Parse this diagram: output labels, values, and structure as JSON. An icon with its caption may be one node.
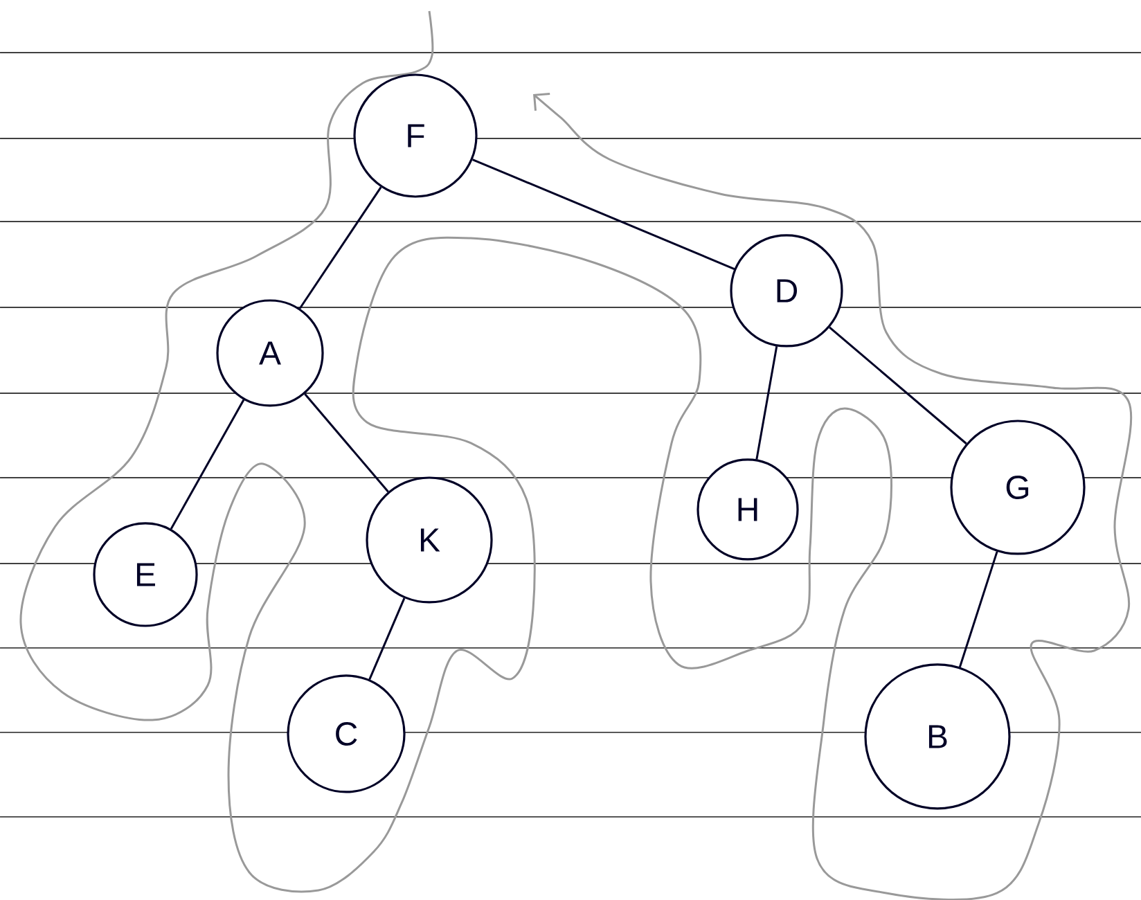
{
  "diagram": {
    "nodes": [
      {
        "text": [
          "F"
        ]
      },
      {
        "text": [
          "A"
        ]
      },
      {
        "text": [
          "D"
        ]
      },
      {
        "text": [
          "E"
        ]
      },
      {
        "text": [
          "K"
        ]
      },
      {
        "text": [
          "H"
        ]
      },
      {
        "text": [
          "G"
        ]
      },
      {
        "text": [
          "C"
        ]
      },
      {
        "text": [
          "B"
        ]
      }
    ],
    "edges": [
      {
        "from": 0,
        "to": 1,
        "arrow": "none"
      },
      {
        "from": 0,
        "to": 2,
        "arrow": "none"
      },
      {
        "from": 1,
        "to": 3,
        "arrow": "none"
      },
      {
        "from": 1,
        "to": 4,
        "arrow": "none"
      },
      {
        "from": 2,
        "to": 5,
        "arrow": "none"
      },
      {
        "from": 2,
        "to": 6,
        "arrow": "none"
      },
      {
        "from": 4,
        "to": 7,
        "arrow": "none"
      },
      {
        "from": 6,
        "to": 8,
        "arrow": "none"
      }
    ]
  }
}
